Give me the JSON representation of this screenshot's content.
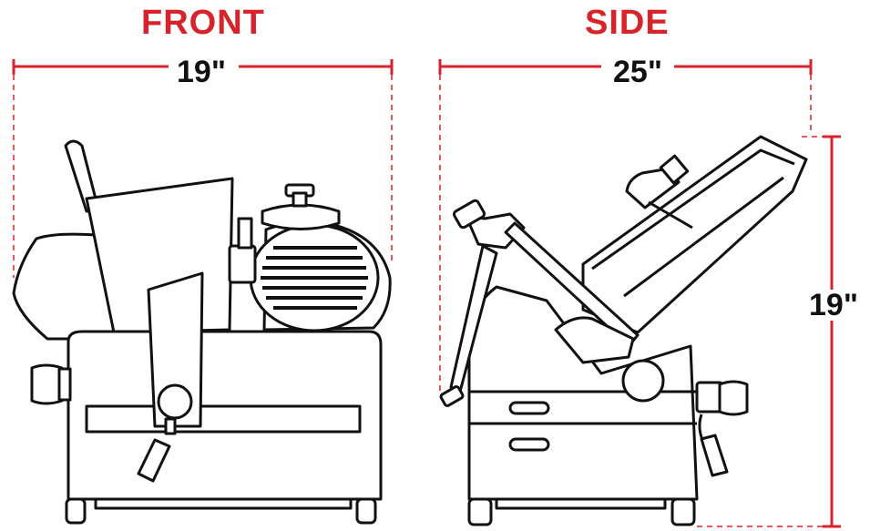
{
  "front": {
    "title": "FRONT",
    "width": "19\""
  },
  "side": {
    "title": "SIDE",
    "width": "25\"",
    "height": "19\""
  },
  "colors": {
    "accent": "#d8232a",
    "outline": "#111111",
    "fill": "#ffffff"
  }
}
